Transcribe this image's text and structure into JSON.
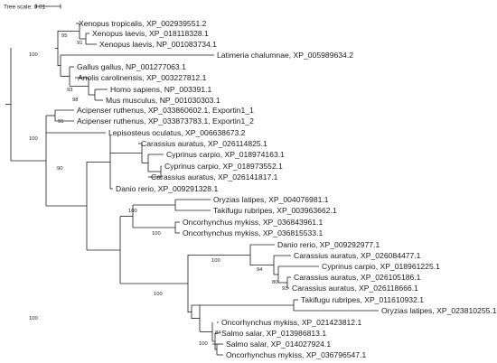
{
  "tree_scale": {
    "label": "Tree scale:",
    "value": "0.01"
  },
  "leaves": [
    "Xenopus tropicalis, XP_002939551.2",
    "Xenopus laevis, XP_018118328.1",
    "Xenopus laevis, NP_001083734.1",
    "Latimeria chalumnae, XP_005989634.2",
    "Gallus gallus, NP_001277063.1",
    "Anolis carolinensis, XP_003227812.1",
    "Homo sapiens, NP_003391.1",
    "Mus musculus, NP_001030303.1",
    "Acipenser ruthenus, XP_033860602.1, Exportin1_1",
    "Acipenser ruthenus, XP_033873783.1, Exportin1_2",
    "Lepisosteus oculatus, XP_006638673.2",
    "Carassius auratus, XP_026114825.1",
    "Cyprinus carpio, XP_018974163.1",
    "Cyprinus carpio, XP_018973552.1",
    "Carassius auratus, XP_026141817.1",
    "Danio rerio, XP_009291328.1",
    "Oryzias latipes, XP_004076981.1",
    "Takifugu rubripes, XP_003963662.1",
    "Oncorhynchus mykiss, XP_036843961.1",
    "Oncorhynchus mykiss, XP_036815533.1",
    "Danio rerio, XP_009292977.1",
    "Carassius auratus, XP_026084477.1",
    "Cyprinus carpio, XP_018961225.1",
    "Carassius auratus, XP_026105186.1",
    "Carassius auratus, XP_026118666.1",
    "Takifugu rubripes, XP_011610932.1",
    "Oryzias latipes, XP_023810255.1",
    "Oncorhynchus mykiss, XP_021423812.1",
    "Salmo salar, XP_013986813.1",
    "Salmo salar, XP_014027924.1",
    "Oncorhynchus mykiss, XP_036796547.1"
  ],
  "bootstrap_values": [
    "95",
    "91",
    "100",
    "93",
    "98",
    "91",
    "100",
    "90",
    "100",
    "100",
    "100",
    "94",
    "80",
    "91",
    "100",
    "100",
    "100",
    "84"
  ]
}
